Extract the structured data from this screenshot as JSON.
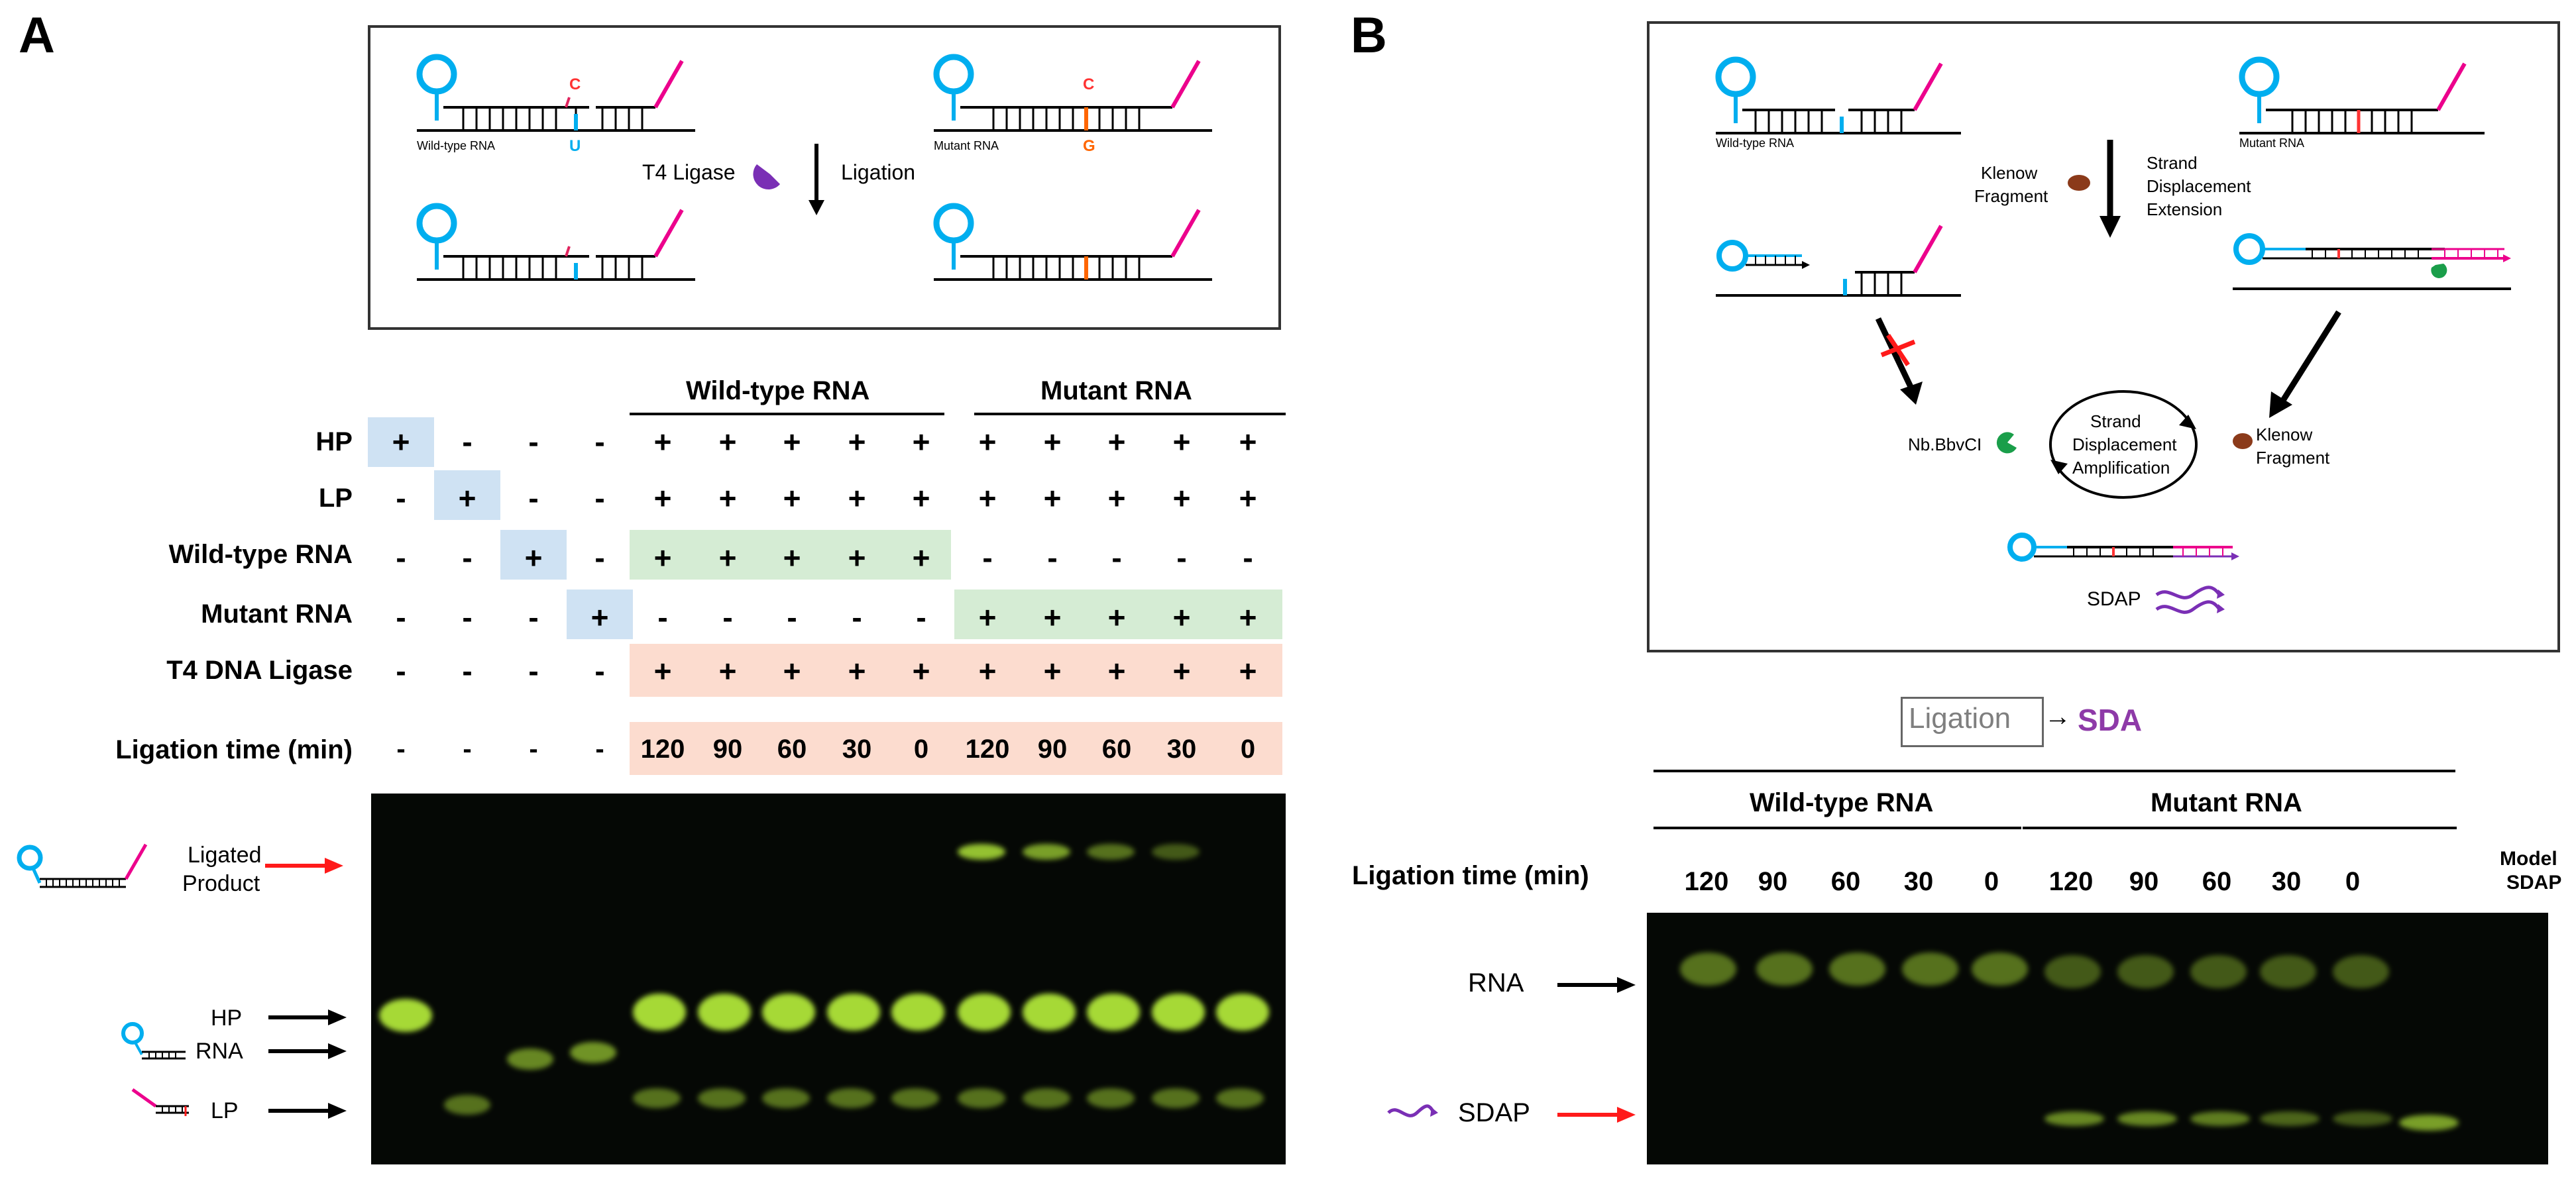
{
  "panel_a": {
    "letter": "A",
    "schematic": {
      "wild_label": "Wild-type RNA",
      "mutant_label": "Mutant RNA",
      "ligase_label": "T4 Ligase",
      "ligation_label": "Ligation",
      "wt_top_base": "C",
      "wt_bottom_base": "U",
      "mut_top_base": "C",
      "mut_bottom_base": "G"
    },
    "group_headers": [
      "Wild-type RNA",
      "Mutant RNA"
    ],
    "rows": [
      {
        "label": "HP",
        "cells": [
          "+",
          "-",
          "-",
          "-",
          "+",
          "+",
          "+",
          "+",
          "+",
          "+",
          "+",
          "+",
          "+",
          "+"
        ]
      },
      {
        "label": "LP",
        "cells": [
          "-",
          "+",
          "-",
          "-",
          "+",
          "+",
          "+",
          "+",
          "+",
          "+",
          "+",
          "+",
          "+",
          "+"
        ]
      },
      {
        "label": "Wild-type RNA",
        "cells": [
          "-",
          "-",
          "+",
          "-",
          "+",
          "+",
          "+",
          "+",
          "+",
          "-",
          "-",
          "-",
          "-",
          "-"
        ]
      },
      {
        "label": "Mutant RNA",
        "cells": [
          "-",
          "-",
          "-",
          "+",
          "-",
          "-",
          "-",
          "-",
          "-",
          "+",
          "+",
          "+",
          "+",
          "+"
        ]
      },
      {
        "label": "T4 DNA Ligase",
        "cells": [
          "-",
          "-",
          "-",
          "-",
          "+",
          "+",
          "+",
          "+",
          "+",
          "+",
          "+",
          "+",
          "+",
          "+"
        ]
      }
    ],
    "time_row": {
      "label": "Ligation time (min)",
      "cells": [
        "-",
        "-",
        "-",
        "-",
        "120",
        "90",
        "60",
        "30",
        "0",
        "120",
        "90",
        "60",
        "30",
        "0"
      ]
    },
    "gel_labels": {
      "ligated_1": "Ligated",
      "ligated_2": "Product",
      "hp": "HP",
      "rna": "RNA",
      "lp": "LP"
    }
  },
  "panel_b": {
    "letter": "B",
    "schematic": {
      "wild_label": "Wild-type RNA",
      "mutant_label": "Mutant RNA",
      "klenow_label_1": "Klenow",
      "klenow_label_2": "Fragment",
      "sde_1": "Strand",
      "sde_2": "Displacement",
      "sde_3": "Extension",
      "nb_label": "Nb.BbvCI",
      "sda_1": "Strand",
      "sda_2": "Displacement",
      "sda_3": "Amplification",
      "klenow2_1": "Klenow",
      "klenow2_2": "Fragment",
      "sdap_label": "SDAP"
    },
    "flow": {
      "step1": "Ligation",
      "arrow": "→",
      "step2": "SDA"
    },
    "group_headers": [
      "Wild-type RNA",
      "Mutant RNA"
    ],
    "time_label": "Ligation time (min)",
    "times": [
      "120",
      "90",
      "60",
      "30",
      "0",
      "120",
      "90",
      "60",
      "30",
      "0"
    ],
    "model_1": "Model",
    "model_2": "SDAP",
    "gel_labels": {
      "rna": "RNA",
      "sdap": "SDAP"
    }
  },
  "colors": {
    "highlight_blue": "#cfe2f3",
    "highlight_green": "#d5ecd4",
    "highlight_red": "#fcdccf",
    "gel_band": "#b8f03c",
    "arrow_red": "#ff1a1a",
    "hairpin_cyan": "#00aeef",
    "probe_magenta": "#ec008c",
    "sdap_purple": "#7a2fb5",
    "sda_text": "#8e3aa8"
  }
}
